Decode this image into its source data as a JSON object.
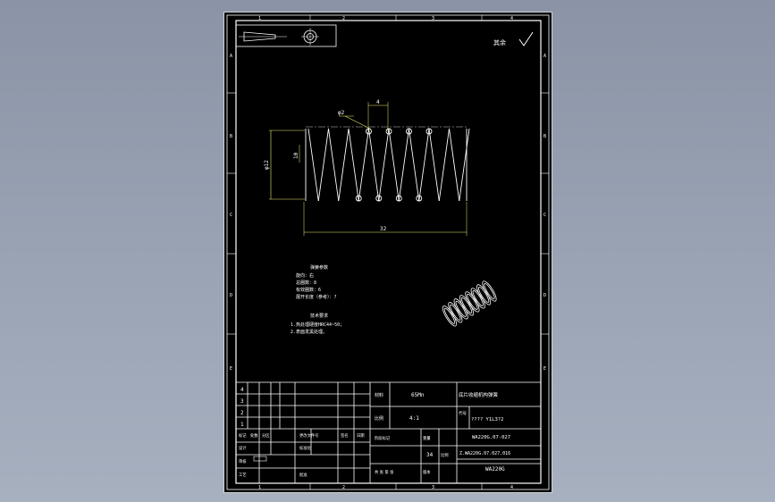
{
  "window": {
    "title": ""
  },
  "frame": {
    "col_marks_top": [
      "1",
      "2",
      "3",
      "4"
    ],
    "col_marks_bottom": [
      "1",
      "2",
      "3",
      "4"
    ],
    "row_marks_left": [
      "A",
      "B",
      "C",
      "D",
      "E"
    ],
    "row_marks_right": [
      "A",
      "B",
      "C",
      "D",
      "E"
    ]
  },
  "colors": {
    "background": "#98a2b3",
    "sheet": "#000000",
    "lines": "#ffffff",
    "dimensions": "#f2f26e"
  },
  "roughness": {
    "prefix": "其余"
  },
  "drawing": {
    "dim_pitch": "4",
    "dim_wire": "φ2",
    "dim_outer_dia": "φ12",
    "dim_inner_dia": "10",
    "dim_free_length": "32"
  },
  "notes": {
    "heading1": "弹簧参数",
    "lines1": [
      "旋向：右",
      "总圈数：8",
      "有效圈数：6",
      "展开长度（参考）：?"
    ],
    "heading2": "技术要求",
    "lines2": [
      "1.热处理硬度HRC44~50；",
      "2.表面发黑处理。"
    ]
  },
  "title_block": {
    "rev_numbers": [
      "4",
      "3",
      "2",
      "1"
    ],
    "material_label": "材料",
    "material": "65Mn",
    "ratio_label": "比例",
    "ratio": "4:1",
    "title": "底片收缩机构弹簧",
    "code_label": "代号",
    "code_value": "???? Y1L3?2",
    "drawing_no": "WA220G.07-027",
    "assembly_no": "Z.WA220G.07.027.016",
    "product": "WA220G",
    "qty_value": "34",
    "rev_headers": [
      "标记",
      "处数",
      "分区",
      "更改文件号",
      "签名",
      "日期"
    ],
    "row_designer": "设计",
    "row_checker": "审核",
    "row_process": "工艺",
    "std_label": "标准化",
    "approve_label": "批准",
    "stage_label": "阶段标记",
    "weight_label": "重量",
    "scale_label": "比例",
    "sheets_label": "共 张 第 张",
    "hint_label": "版本"
  }
}
